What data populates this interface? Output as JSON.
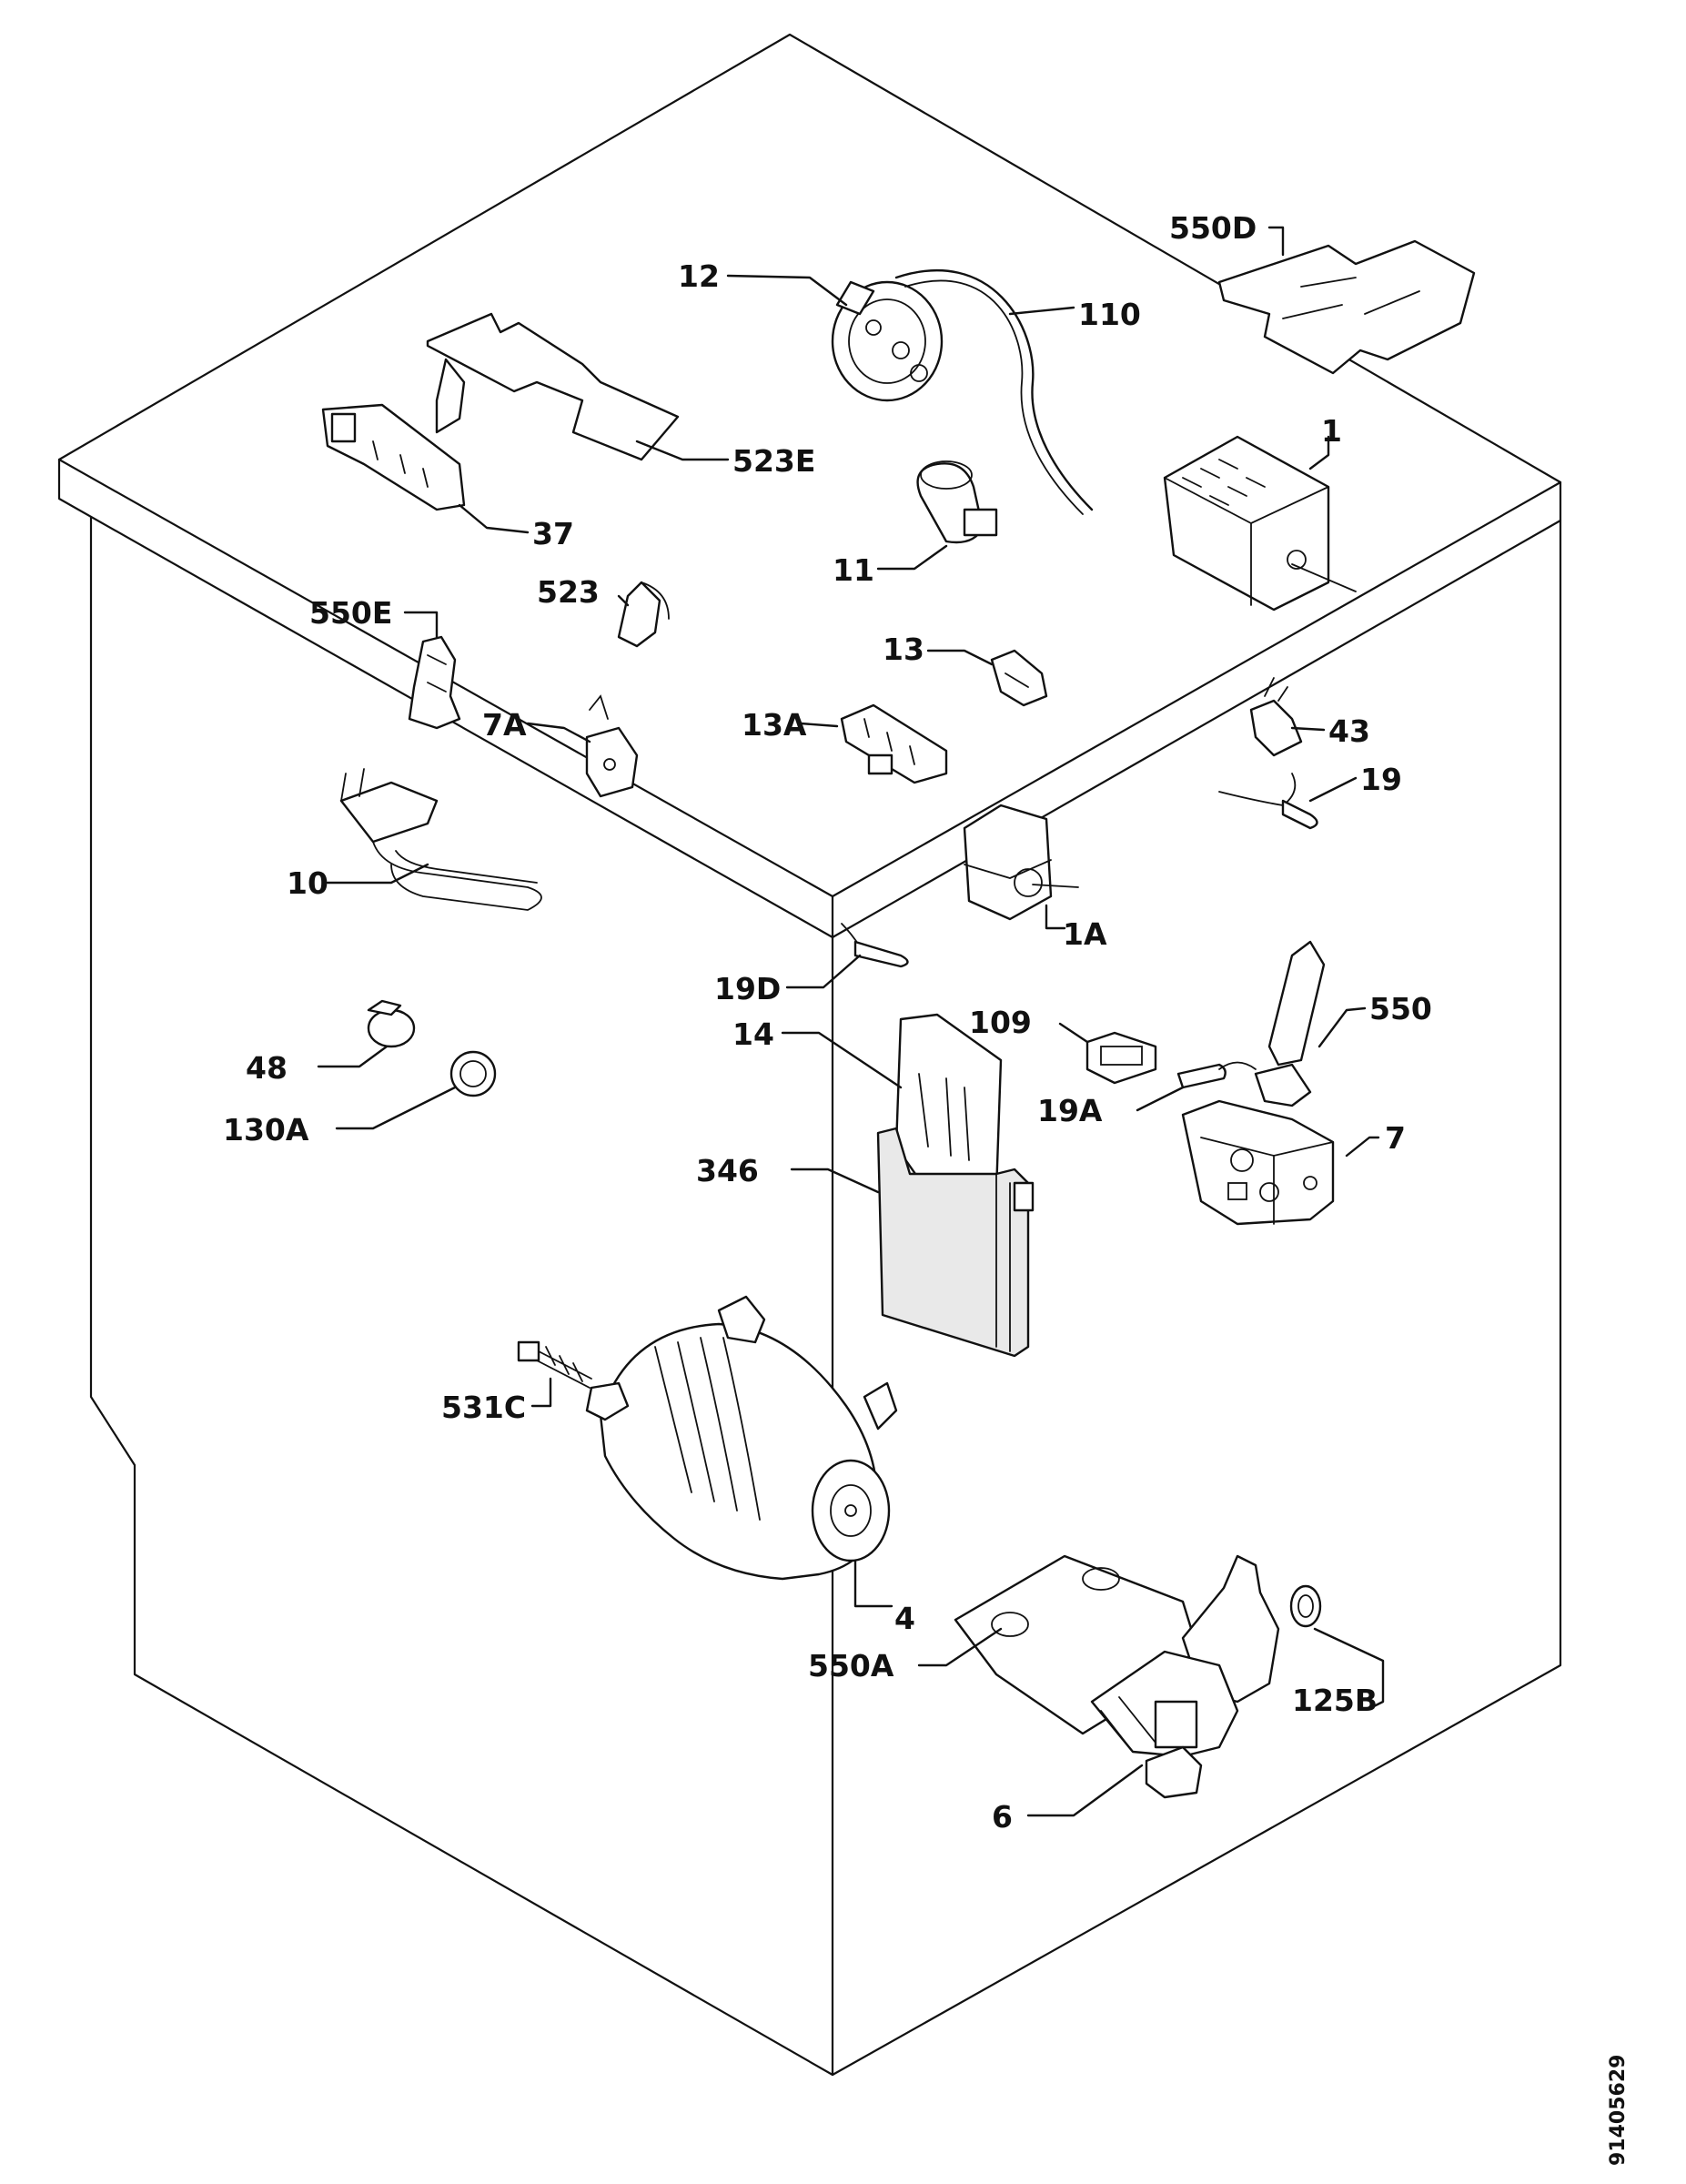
{
  "diagram": {
    "document_id": "91405629",
    "callouts": [
      {
        "id": "550D",
        "text": "550D"
      },
      {
        "id": "12",
        "text": "12"
      },
      {
        "id": "110",
        "text": "110"
      },
      {
        "id": "523E",
        "text": "523E"
      },
      {
        "id": "1",
        "text": "1"
      },
      {
        "id": "37",
        "text": "37"
      },
      {
        "id": "11",
        "text": "11"
      },
      {
        "id": "523",
        "text": "523"
      },
      {
        "id": "550E",
        "text": "550E"
      },
      {
        "id": "13",
        "text": "13"
      },
      {
        "id": "13A",
        "text": "13A"
      },
      {
        "id": "7A",
        "text": "7A"
      },
      {
        "id": "43",
        "text": "43"
      },
      {
        "id": "19",
        "text": "19"
      },
      {
        "id": "10",
        "text": "10"
      },
      {
        "id": "1A",
        "text": "1A"
      },
      {
        "id": "19D",
        "text": "19D"
      },
      {
        "id": "109",
        "text": "109"
      },
      {
        "id": "550",
        "text": "550"
      },
      {
        "id": "14",
        "text": "14"
      },
      {
        "id": "48",
        "text": "48"
      },
      {
        "id": "19A",
        "text": "19A"
      },
      {
        "id": "130A",
        "text": "130A"
      },
      {
        "id": "7",
        "text": "7"
      },
      {
        "id": "346",
        "text": "346"
      },
      {
        "id": "531C",
        "text": "531C"
      },
      {
        "id": "4",
        "text": "4"
      },
      {
        "id": "550A",
        "text": "550A"
      },
      {
        "id": "125B",
        "text": "125B"
      },
      {
        "id": "6",
        "text": "6"
      }
    ]
  }
}
